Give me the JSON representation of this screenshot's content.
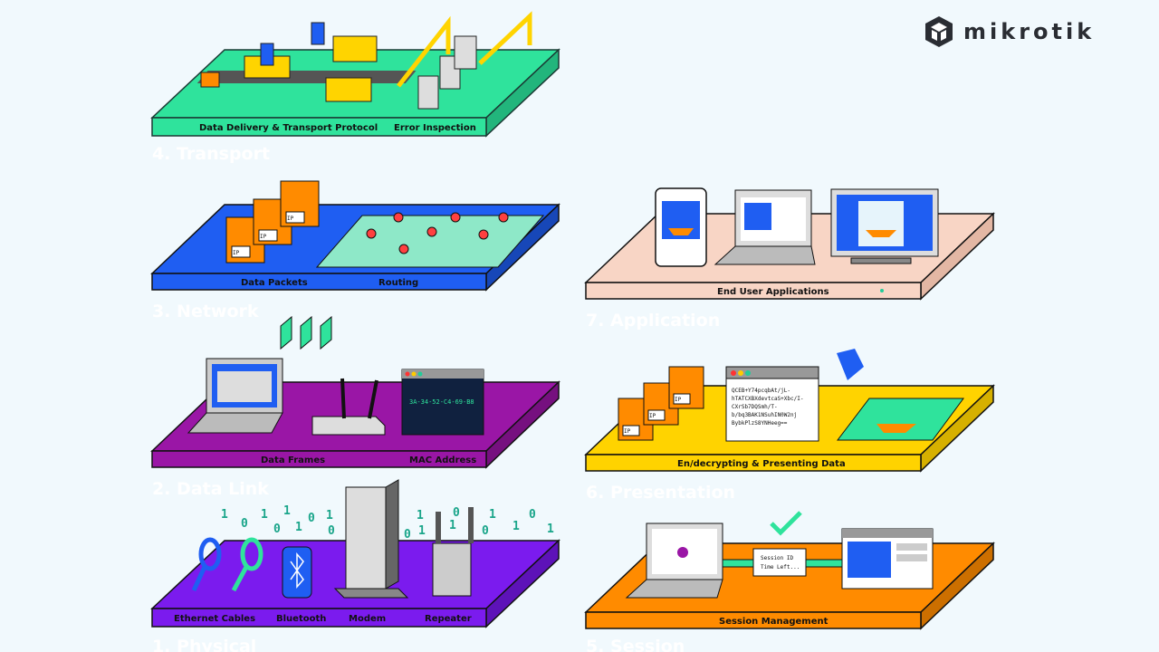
{
  "brand": {
    "name": "mikrotik"
  },
  "layers": {
    "transport": {
      "title": "4. Transport",
      "labels": [
        "Data Delivery & Transport Protocol",
        "Error Inspection"
      ],
      "color": "#2fe39c"
    },
    "network": {
      "title": "3. Network",
      "labels": [
        "Data Packets",
        "Routing"
      ],
      "packet_tag": "IP",
      "color": "#1f5ef2"
    },
    "datalink": {
      "title": "2. Data Link",
      "labels": [
        "Data Frames",
        "MAC Address"
      ],
      "mac": "3A-34-52-C4-69-B8",
      "color": "#9a16a6"
    },
    "physical": {
      "title": "1. Physical",
      "labels": [
        "Ethernet Cables",
        "Bluetooth",
        "Modem",
        "Repeater"
      ],
      "binary": [
        "1",
        "0",
        "1",
        "1",
        "0",
        "1",
        "0",
        "1",
        "0",
        "0",
        "1",
        "1",
        "0",
        "1",
        "1",
        "0",
        "1",
        "0",
        "1"
      ],
      "color": "#7b1bee"
    },
    "application": {
      "title": "7. Application",
      "labels": [
        "End User Applications"
      ],
      "color": "#f8d5c5"
    },
    "presentation": {
      "title": "6. Presentation",
      "labels": [
        "En/decrypting & Presenting Data"
      ],
      "packet_tag": "IP",
      "cipher": [
        "QCEB+Y74pcqbAt/jL-",
        "hTATCXBXdevtcaS+Xbc/I-",
        "CXrSb7DQSmh/T-",
        "b/bq3BAK1NSuhIN0W2nj",
        "BybkPlzS8YNHeeg=="
      ],
      "color": "#ffd300"
    },
    "session": {
      "title": "5. Session",
      "labels": [
        "Session Management"
      ],
      "session_lines": [
        "Session ID",
        "Time Left..."
      ],
      "color": "#ff8b00"
    }
  }
}
